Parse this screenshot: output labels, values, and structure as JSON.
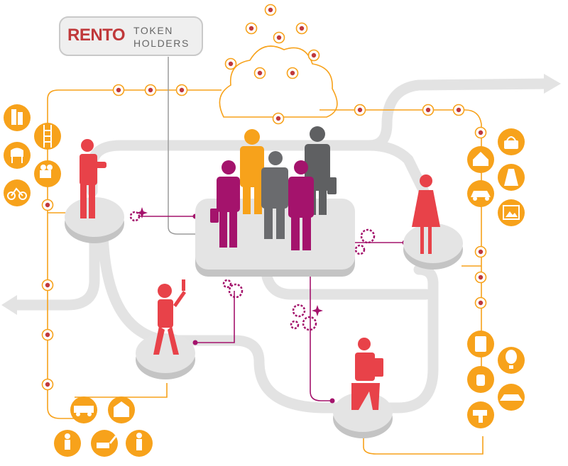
{
  "logo": {
    "brand": "RENTO",
    "line1": "TOKEN",
    "line2": "HOLDERS"
  },
  "colors": {
    "brand": "#c0393b",
    "orange": "#f7a21b",
    "magenta": "#a4136c",
    "red": "#e84249",
    "grey": "#5f6062",
    "track": "#e2e2e2",
    "platform": "#d9d9d9"
  },
  "icons": {
    "left_group": [
      "buildings-icon",
      "ladder-icon",
      "chair-icon",
      "film-camera-icon",
      "bicycle-icon"
    ],
    "right_group": [
      "house-icon",
      "handbag-icon",
      "dress-icon",
      "car-icon",
      "picture-frame-icon"
    ],
    "bottom_left_group": [
      "vintage-car-icon",
      "building-icon",
      "worker-icon",
      "excavator-icon",
      "gardener-icon"
    ],
    "bottom_right_group": [
      "coffee-machine-icon",
      "hot-air-balloon-icon",
      "cleaning-icon",
      "sports-car-icon",
      "drill-icon"
    ]
  }
}
